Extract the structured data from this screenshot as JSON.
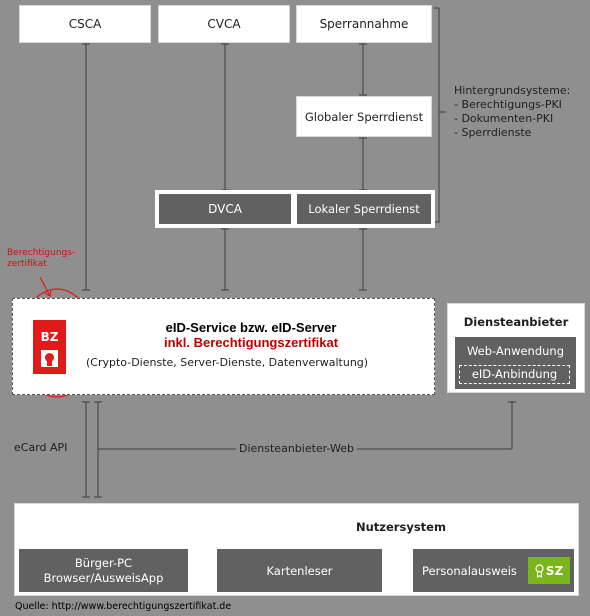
{
  "top_systems": {
    "csca": "CSCA",
    "cvca": "CVCA",
    "sperrannahme": "Sperrannahme",
    "globaler_sperrdienst": "Globaler Sperrdienst",
    "dvca": "DVCA",
    "lokaler_sperrdienst": "Lokaler Sperrdienst"
  },
  "hintergrund": {
    "title": "Hintergrundsysteme:",
    "items": [
      "- Berechtigungs-PKI",
      "- Dokumenten-PKI",
      "- Sperrdienste"
    ]
  },
  "annotation": {
    "line1": "Berechtigungs-",
    "line2": "zertifikat"
  },
  "eid_service": {
    "badge_text": "BZ",
    "title": "eID-Service bzw. eID-Server",
    "subtitle": "inkl. Berechtigungszertifikat",
    "description": "(Crypto-Dienste, Server-Dienste, Datenverwaltung)"
  },
  "diensteanbieter": {
    "title": "Diensteanbieter",
    "web_anwendung": "Web-Anwendung",
    "eid_anbindung": "eID-Anbindung"
  },
  "connections": {
    "ecard_api": "eCard API",
    "diensteanbieter_web": "Diensteanbieter-Web"
  },
  "nutzersystem": {
    "title": "Nutzersystem",
    "buerger_pc_line1": "Bürger-PC",
    "buerger_pc_line2": "Browser/AusweisApp",
    "kartenleser": "Kartenleser",
    "personalausweis": "Personalausweis",
    "sz_badge": "SZ"
  },
  "source": "Quelle: http://www.berechtigungszertifikat.de",
  "colors": {
    "background": "#8f8f8f",
    "dark_box": "#616161",
    "badge_red": "#e01919",
    "sz_green": "#7ab51d",
    "red_text": "#c00000"
  }
}
